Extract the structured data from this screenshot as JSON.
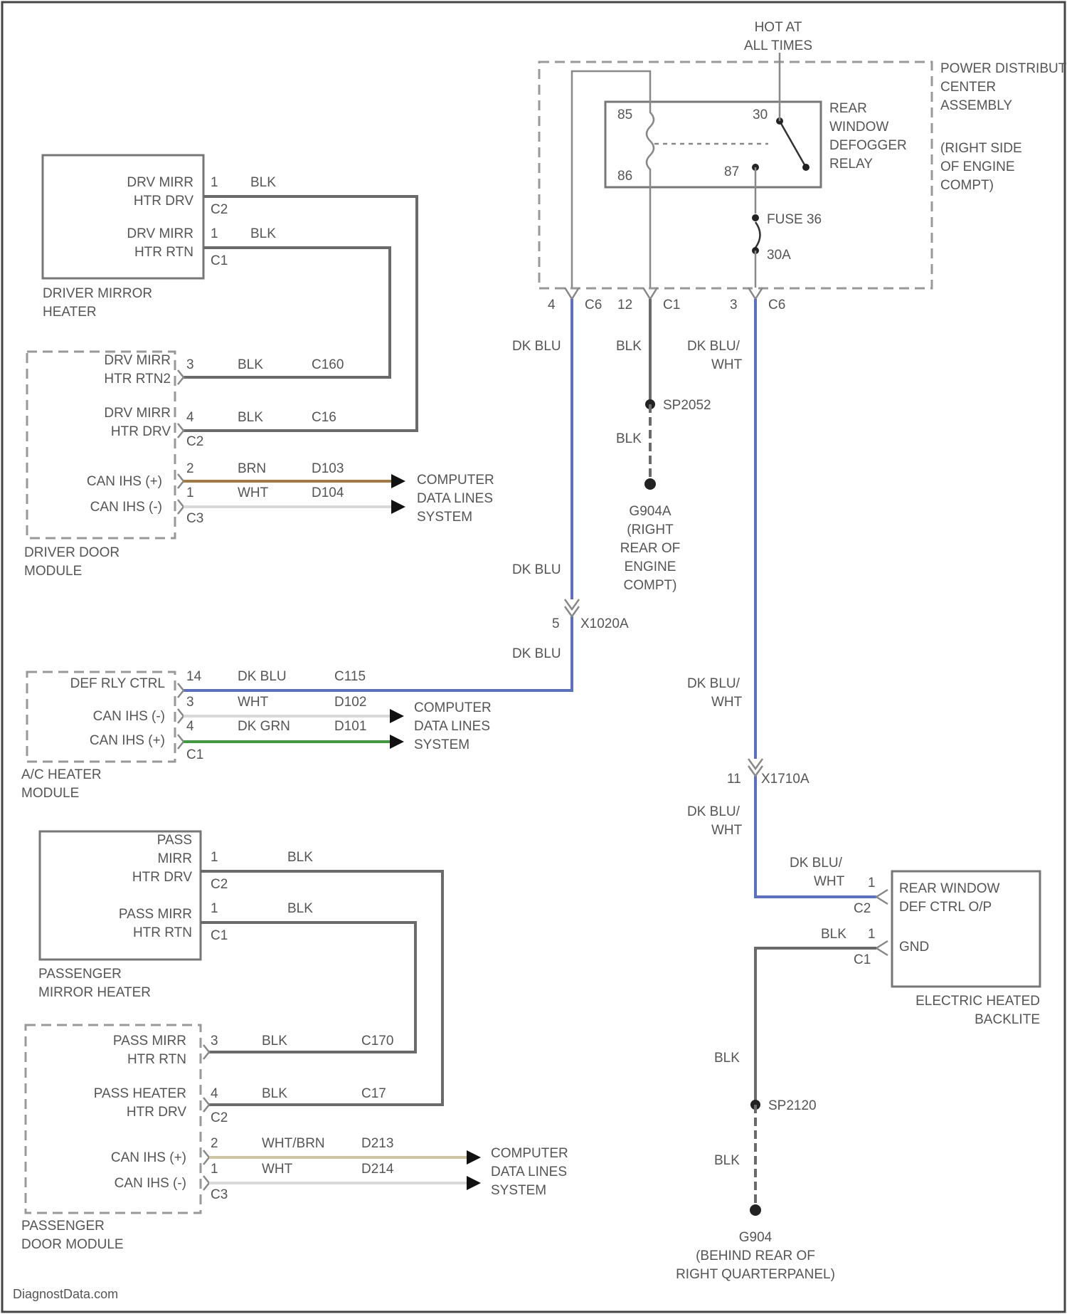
{
  "power_center": {
    "hot_label": [
      "HOT AT",
      "ALL TIMES"
    ],
    "name": [
      "POWER DISTRIBUTION",
      "CENTER",
      "ASSEMBLY"
    ],
    "location": [
      "(RIGHT SIDE",
      "OF ENGINE",
      "COMPT)"
    ],
    "relay_name": [
      "REAR",
      "WINDOW",
      "DEFOGGER",
      "RELAY"
    ],
    "relay_pins": [
      "85",
      "30",
      "86",
      "87"
    ],
    "fuse_label": "FUSE 36",
    "fuse_rating": "30A",
    "bottom_pins": [
      {
        "num": "4",
        "conn": "C6"
      },
      {
        "num": "12",
        "conn": "C1"
      },
      {
        "num": "3",
        "conn": "C6"
      }
    ]
  },
  "driver_mirror": {
    "name": [
      "DRIVER MIRROR",
      "HEATER"
    ],
    "pin1_label": [
      "DRV MIRR",
      "HTR DRV"
    ],
    "pin1_num": "1",
    "pin1_color": "BLK",
    "pin1_conn": "C2",
    "pin2_label": [
      "DRV MIRR",
      "HTR RTN"
    ],
    "pin2_num": "1",
    "pin2_color": "BLK",
    "pin2_conn": "C1"
  },
  "driver_door": {
    "name": [
      "DRIVER DOOR",
      "MODULE"
    ],
    "rows": [
      {
        "label": [
          "DRV MIRR",
          "HTR RTN2"
        ],
        "pin": "3",
        "color": "BLK",
        "circuit": "C160"
      },
      {
        "label": [
          "DRV MIRR",
          "HTR DRV"
        ],
        "pin": "4",
        "color": "BLK",
        "circuit": "C16"
      },
      {
        "label": [
          "CAN IHS (+)"
        ],
        "pin": "2",
        "color": "BRN",
        "circuit": "D103"
      },
      {
        "label": [
          "CAN IHS (-)"
        ],
        "pin": "1",
        "color": "WHT",
        "circuit": "D104"
      }
    ],
    "conns": [
      "C2",
      "C3"
    ]
  },
  "computer_data_lines": [
    "COMPUTER",
    "DATA LINES",
    "SYSTEM"
  ],
  "ground_1": {
    "splice": "SP2052",
    "wire_color": "BLK",
    "name": [
      "G904A",
      "(RIGHT",
      "REAR OF",
      "ENGINE",
      "COMPT)"
    ]
  },
  "inline_conn_1": {
    "pin": "5",
    "name": "X1020A",
    "color_top": "DK BLU",
    "color_bottom": "DK BLU",
    "color_upper": "DK BLU"
  },
  "ac_heater": {
    "name": [
      "A/C HEATER",
      "MODULE"
    ],
    "rows": [
      {
        "label": [
          "DEF RLY CTRL"
        ],
        "pin": "14",
        "color": "DK BLU",
        "circuit": "C115"
      },
      {
        "label": [
          "CAN IHS (-)"
        ],
        "pin": "3",
        "color": "WHT",
        "circuit": "D102"
      },
      {
        "label": [
          "CAN IHS (+)"
        ],
        "pin": "4",
        "color": "DK GRN",
        "circuit": "D101"
      }
    ],
    "conn": "C1"
  },
  "wire_color_dkbluwht": [
    "DK BLU/",
    "WHT"
  ],
  "inline_conn_2": {
    "pin": "11",
    "name": "X1710A"
  },
  "backlite": {
    "name": [
      "ELECTRIC HEATED",
      "BACKLITE"
    ],
    "pin1_label": [
      "REAR WINDOW",
      "DEF CTRL O/P"
    ],
    "pin1_num": "1",
    "pin1_conn": "C2",
    "pin2_label": "GND",
    "pin2_num": "1",
    "pin2_conn": "C1",
    "pin2_color": "BLK"
  },
  "ground_2": {
    "splice": "SP2120",
    "wire_color": "BLK",
    "name": [
      "G904",
      "(BEHIND REAR OF",
      "RIGHT QUARTERPANEL)"
    ]
  },
  "pass_mirror": {
    "name": [
      "PASSENGER",
      "MIRROR HEATER"
    ],
    "pin1_label": [
      "PASS",
      "MIRR",
      "HTR DRV"
    ],
    "pin1_num": "1",
    "pin1_color": "BLK",
    "pin1_conn": "C2",
    "pin2_label": [
      "PASS MIRR",
      "HTR RTN"
    ],
    "pin2_num": "1",
    "pin2_color": "BLK",
    "pin2_conn": "C1"
  },
  "pass_door": {
    "name": [
      "PASSENGER",
      "DOOR MODULE"
    ],
    "rows": [
      {
        "label": [
          "PASS MIRR",
          "HTR RTN"
        ],
        "pin": "3",
        "color": "BLK",
        "circuit": "C170"
      },
      {
        "label": [
          "PASS HEATER",
          "HTR DRV"
        ],
        "pin": "4",
        "color": "BLK",
        "circuit": "C17"
      },
      {
        "label": [
          "CAN IHS (+)"
        ],
        "pin": "2",
        "color": "WHT/BRN",
        "circuit": "D213"
      },
      {
        "label": [
          "CAN IHS (-)"
        ],
        "pin": "1",
        "color": "WHT",
        "circuit": "D214"
      }
    ],
    "conns": [
      "C2",
      "C3"
    ]
  },
  "watermark": "DiagnostData.com"
}
